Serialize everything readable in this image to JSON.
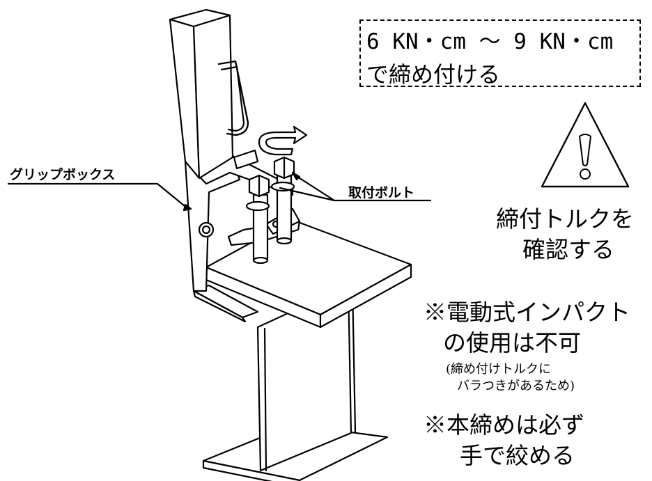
{
  "torque_spec": {
    "line1": "6 KN・cm ～ 9 KN・cm",
    "line2": "で締め付ける"
  },
  "labels": {
    "grip_box": "グリップボックス",
    "mounting_bolt": "取付ボルト"
  },
  "warning": {
    "icon": "warning-triangle-icon",
    "text_line1": "締付トルクを",
    "text_line2": "確認する"
  },
  "notes": {
    "impact_line1": "※電動式インパクト",
    "impact_line2": "の使用は不可",
    "impact_reason_line1": "(締め付けトルクに",
    "impact_reason_line2": "バラつきがあるため)",
    "final_line1": "※本締めは必ず",
    "final_line2": "手で絞める"
  }
}
